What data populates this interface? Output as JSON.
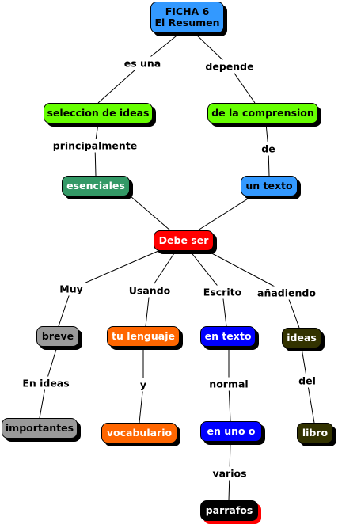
{
  "colors": {
    "blue": "#3399ff",
    "green": "#66ff00",
    "teal": "#339966",
    "red": "#ff0000",
    "gray": "#999999",
    "orange": "#ff6600",
    "navy": "#0000ff",
    "olive": "#333300",
    "black": "#000000"
  },
  "nodes": {
    "title": {
      "line1": "FICHA 6",
      "line2": "El Resumen"
    },
    "seleccion": "seleccion de ideas",
    "comprension": "de la comprension",
    "esenciales": "esenciales",
    "texto": "un texto",
    "debe": "Debe ser",
    "breve": "breve",
    "lenguaje": "tu lenguaje",
    "entexto": "en texto",
    "ideas": "ideas",
    "importantes": "importantes",
    "vocabulario": "vocabulario",
    "enuno": "en uno o",
    "libro": "libro",
    "parrafos": "parrafos"
  },
  "links": {
    "es_una": "es una",
    "depende": "depende",
    "principalmente": "principalmente",
    "de": "de",
    "muy": "Muy",
    "usando": "Usando",
    "escrito": "Escrito",
    "anadiendo": "añadiendo",
    "en_ideas": "En ideas",
    "y": "y",
    "normal": "normal",
    "del": "del",
    "varios": "varios"
  }
}
